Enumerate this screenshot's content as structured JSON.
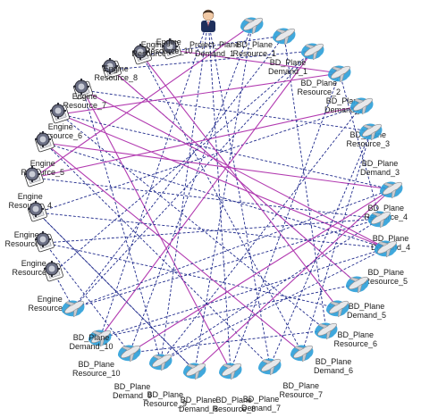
{
  "colors": {
    "dashed_edge": "#1f2a8c",
    "solid_edge": "#b23ab0",
    "engine_body": "#6b6f84",
    "plane_body": "#e7e8ea",
    "plane_blob": "#2b9ed8"
  },
  "nodes": [
    {
      "id": "engine_9",
      "kind": "engine",
      "icon": "gear-server-icon",
      "label_lines": [
        "Engine",
        "Resource_9"
      ]
    },
    {
      "id": "engine_8",
      "kind": "engine",
      "icon": "gear-server-icon",
      "label_lines": [
        "Engine",
        "Resource_8"
      ]
    },
    {
      "id": "engine_7",
      "kind": "engine",
      "icon": "gear-server-icon",
      "label_lines": [
        "Engine",
        "Resource_7"
      ]
    },
    {
      "id": "engine_6",
      "kind": "engine",
      "icon": "gear-server-icon",
      "label_lines": [
        "Engine",
        "Resource_6"
      ]
    },
    {
      "id": "engine_5",
      "kind": "engine",
      "icon": "gear-server-icon",
      "label_lines": [
        "Engine",
        "Resource_5"
      ]
    },
    {
      "id": "engine_4",
      "kind": "engine",
      "icon": "gear-server-icon",
      "label_lines": [
        "Engine",
        "Resource_4"
      ]
    },
    {
      "id": "engine_3",
      "kind": "engine",
      "icon": "gear-server-icon",
      "label_lines": [
        "Engine",
        "Resource_3"
      ]
    },
    {
      "id": "engine_2",
      "kind": "engine",
      "icon": "gear-server-icon",
      "label_lines": [
        "Engine",
        "Resource_2"
      ]
    },
    {
      "id": "engine_1",
      "kind": "engine",
      "icon": "gear-server-icon",
      "label_lines": [
        "Engine",
        "Resource_1"
      ]
    },
    {
      "id": "engine_10",
      "kind": "engine",
      "icon": "gear-server-icon",
      "label_lines": [
        "Engine",
        "Resource_10"
      ]
    },
    {
      "id": "project_plane",
      "kind": "person",
      "icon": "person-icon",
      "label_lines": [
        "Project_Plane",
        "Demand_1"
      ]
    },
    {
      "id": "bd_res_1",
      "kind": "plane",
      "icon": "plane-icon",
      "label_lines": [
        "BD_Plane",
        "Resource_1"
      ]
    },
    {
      "id": "bd_dem_1",
      "kind": "plane",
      "icon": "plane-icon",
      "label_lines": [
        "BD_Plane",
        "Demand_1"
      ]
    },
    {
      "id": "bd_res_2",
      "kind": "plane",
      "icon": "plane-icon",
      "label_lines": [
        "BD_Plane",
        "Resource_2"
      ]
    },
    {
      "id": "bd_dem_2",
      "kind": "plane",
      "icon": "plane-icon",
      "label_lines": [
        "BD_Plane",
        "Demand_2"
      ]
    },
    {
      "id": "bd_res_3",
      "kind": "plane",
      "icon": "plane-icon",
      "label_lines": [
        "BD_Plane",
        "Resource_3"
      ]
    },
    {
      "id": "bd_dem_3",
      "kind": "plane",
      "icon": "plane-icon",
      "label_lines": [
        "BD_Plane",
        "Demand_3"
      ]
    },
    {
      "id": "bd_res_4",
      "kind": "plane",
      "icon": "plane-icon",
      "label_lines": [
        "BD_Plane",
        "Resource_4"
      ]
    },
    {
      "id": "bd_dem_4",
      "kind": "plane",
      "icon": "plane-icon",
      "label_lines": [
        "BD_Plane",
        "Demand_4"
      ]
    },
    {
      "id": "bd_res_5",
      "kind": "plane",
      "icon": "plane-icon",
      "label_lines": [
        "BD_Plane",
        "Resource_5"
      ]
    },
    {
      "id": "bd_dem_5",
      "kind": "plane",
      "icon": "plane-icon",
      "label_lines": [
        "BD_Plane",
        "Demand_5"
      ]
    },
    {
      "id": "bd_res_6",
      "kind": "plane",
      "icon": "plane-icon",
      "label_lines": [
        "BD_Plane",
        "Resource_6"
      ]
    },
    {
      "id": "bd_dem_6",
      "kind": "plane",
      "icon": "plane-icon",
      "label_lines": [
        "BD_Plane",
        "Demand_6"
      ]
    },
    {
      "id": "bd_res_7",
      "kind": "plane",
      "icon": "plane-icon",
      "label_lines": [
        "BD_Plane",
        "Resource_7"
      ]
    },
    {
      "id": "bd_dem_7",
      "kind": "plane",
      "icon": "plane-icon",
      "label_lines": [
        "BD_Plane",
        "Demand_7"
      ]
    },
    {
      "id": "bd_res_8",
      "kind": "plane",
      "icon": "plane-icon",
      "label_lines": [
        "BD_Plane",
        "Resource_8"
      ]
    },
    {
      "id": "bd_dem_8",
      "kind": "plane",
      "icon": "plane-icon",
      "label_lines": [
        "BD_Plane",
        "Demand_8"
      ]
    },
    {
      "id": "bd_res_9",
      "kind": "plane",
      "icon": "plane-icon",
      "label_lines": [
        "BD_Plane",
        "Resource_9"
      ]
    },
    {
      "id": "bd_dem_9",
      "kind": "plane",
      "icon": "plane-icon",
      "label_lines": [
        "BD_Plane",
        "Demand_9"
      ]
    },
    {
      "id": "bd_res_10",
      "kind": "plane",
      "icon": "plane-icon",
      "label_lines": [
        "BD_Plane",
        "Resource_10"
      ]
    },
    {
      "id": "bd_dem_10",
      "kind": "plane",
      "icon": "plane-icon",
      "label_lines": [
        "BD_Plane",
        "Demand_10"
      ]
    }
  ],
  "edges": [
    {
      "from": "engine_9",
      "to": "bd_dem_1",
      "style": "dashed"
    },
    {
      "from": "engine_9",
      "to": "bd_res_7",
      "style": "dashed"
    },
    {
      "from": "engine_8",
      "to": "bd_res_2",
      "style": "dashed"
    },
    {
      "from": "engine_8",
      "to": "bd_dem_5",
      "style": "dashed"
    },
    {
      "from": "engine_7",
      "to": "bd_dem_3",
      "style": "dashed"
    },
    {
      "from": "engine_7",
      "to": "bd_res_8",
      "style": "solid"
    },
    {
      "from": "engine_7",
      "to": "bd_res_9",
      "style": "dashed"
    },
    {
      "from": "engine_6",
      "to": "bd_res_4",
      "style": "dashed"
    },
    {
      "from": "engine_6",
      "to": "bd_dem_6",
      "style": "dashed"
    },
    {
      "from": "engine_5",
      "to": "bd_res_5",
      "style": "dashed"
    },
    {
      "from": "engine_5",
      "to": "bd_dem_7",
      "style": "dashed"
    },
    {
      "from": "engine_4",
      "to": "bd_dem_4",
      "style": "dashed"
    },
    {
      "from": "engine_4",
      "to": "bd_res_1",
      "style": "solid"
    },
    {
      "from": "engine_3",
      "to": "bd_dem_8",
      "style": "dashed"
    },
    {
      "from": "engine_3",
      "to": "bd_res_3",
      "style": "dashed"
    },
    {
      "from": "engine_2",
      "to": "bd_dem_9",
      "style": "dashed"
    },
    {
      "from": "engine_2",
      "to": "bd_res_6",
      "style": "dashed"
    },
    {
      "from": "engine_1",
      "to": "bd_dem_10",
      "style": "dashed"
    },
    {
      "from": "engine_10",
      "to": "bd_dem_2",
      "style": "solid"
    },
    {
      "from": "project_plane",
      "to": "bd_res_10",
      "style": "dashed"
    },
    {
      "from": "project_plane",
      "to": "bd_res_9",
      "style": "dashed"
    },
    {
      "from": "project_plane",
      "to": "bd_dem_7",
      "style": "dashed"
    },
    {
      "from": "project_plane",
      "to": "bd_res_8",
      "style": "dashed"
    },
    {
      "from": "bd_res_1",
      "to": "bd_dem_9",
      "style": "dashed"
    },
    {
      "from": "bd_res_1",
      "to": "bd_dem_8",
      "style": "dashed"
    },
    {
      "from": "bd_dem_1",
      "to": "bd_dem_10",
      "style": "dashed"
    },
    {
      "from": "bd_dem_1",
      "to": "bd_dem_6",
      "style": "dashed"
    },
    {
      "from": "bd_res_2",
      "to": "bd_res_10",
      "style": "solid"
    },
    {
      "from": "bd_res_2",
      "to": "bd_dem_10",
      "style": "dashed"
    },
    {
      "from": "bd_dem_2",
      "to": "bd_dem_4",
      "style": "dashed"
    },
    {
      "from": "bd_dem_2",
      "to": "engine_6",
      "style": "solid"
    },
    {
      "from": "bd_res_3",
      "to": "engine_4",
      "style": "solid"
    },
    {
      "from": "bd_res_3",
      "to": "bd_res_9",
      "style": "dashed"
    },
    {
      "from": "bd_dem_3",
      "to": "bd_res_7",
      "style": "dashed"
    },
    {
      "from": "bd_res_4",
      "to": "bd_dem_8",
      "style": "solid"
    },
    {
      "from": "bd_res_4",
      "to": "engine_5",
      "style": "solid"
    },
    {
      "from": "bd_dem_4",
      "to": "bd_res_9",
      "style": "dashed"
    },
    {
      "from": "bd_dem_4",
      "to": "bd_dem_10",
      "style": "dashed"
    },
    {
      "from": "bd_res_5",
      "to": "engine_7",
      "style": "solid"
    },
    {
      "from": "bd_res_5",
      "to": "engine_6",
      "style": "solid"
    },
    {
      "from": "bd_res_5",
      "to": "bd_res_9",
      "style": "dashed"
    },
    {
      "from": "bd_dem_5",
      "to": "bd_res_10",
      "style": "dashed"
    },
    {
      "from": "bd_dem_5",
      "to": "engine_8",
      "style": "solid"
    },
    {
      "from": "bd_res_6",
      "to": "engine_9",
      "style": "solid"
    },
    {
      "from": "bd_dem_6",
      "to": "bd_dem_9",
      "style": "dashed"
    },
    {
      "from": "bd_res_7",
      "to": "engine_5",
      "style": "solid"
    },
    {
      "from": "bd_dem_7",
      "to": "bd_dem_3",
      "style": "dashed"
    },
    {
      "from": "bd_res_8",
      "to": "bd_dem_2",
      "style": "dashed"
    },
    {
      "from": "bd_dem_8",
      "to": "engine_3",
      "style": "dashed"
    },
    {
      "from": "bd_dem_9",
      "to": "bd_res_4",
      "style": "solid"
    },
    {
      "from": "bd_res_10",
      "to": "bd_res_5",
      "style": "dashed"
    },
    {
      "from": "bd_dem_10",
      "to": "bd_res_4",
      "style": "dashed"
    },
    {
      "from": "engine_1",
      "to": "bd_res_2",
      "style": "dashed"
    },
    {
      "from": "engine_2",
      "to": "bd_dem_4",
      "style": "dashed"
    },
    {
      "from": "engine_3",
      "to": "bd_res_5",
      "style": "dashed"
    }
  ]
}
